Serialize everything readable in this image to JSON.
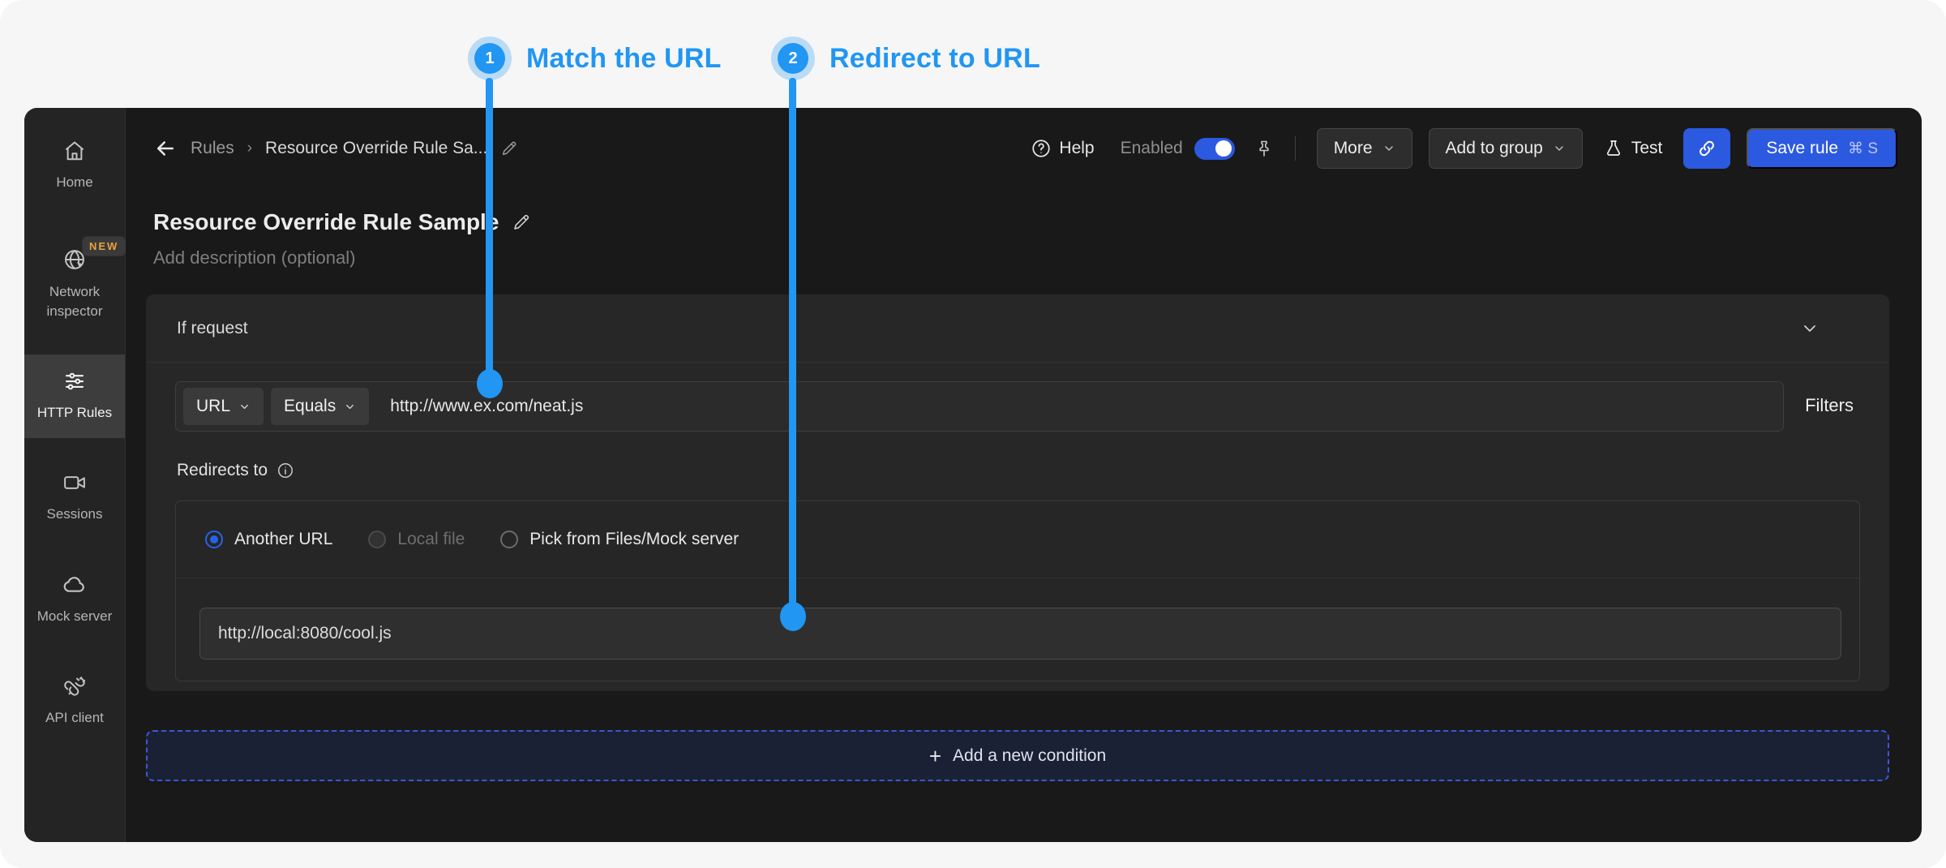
{
  "annotations": {
    "accent": "#2196f3",
    "steps": [
      {
        "number": "1",
        "label": "Match the URL"
      },
      {
        "number": "2",
        "label": "Redirect to URL"
      }
    ]
  },
  "sidebar": {
    "items": [
      {
        "label": "Home",
        "icon": "home-icon"
      },
      {
        "label": "Network inspector",
        "icon": "globe-icon",
        "badge": "NEW"
      },
      {
        "label": "HTTP Rules",
        "icon": "sliders-icon",
        "active": true
      },
      {
        "label": "Sessions",
        "icon": "video-icon"
      },
      {
        "label": "Mock server",
        "icon": "cloud-icon"
      },
      {
        "label": "API client",
        "icon": "plug-icon"
      }
    ]
  },
  "header": {
    "breadcrumb": {
      "root": "Rules",
      "separator": "›",
      "current": "Resource Override Rule Sa..."
    },
    "help_label": "Help",
    "enabled_label": "Enabled",
    "more_label": "More",
    "add_to_group_label": "Add to group",
    "test_label": "Test",
    "save_label": "Save rule",
    "save_shortcut": "⌘ S"
  },
  "rule": {
    "title": "Resource Override Rule Sample",
    "description_placeholder": "Add description (optional)"
  },
  "condition": {
    "section_title": "If request",
    "key_selector": "URL",
    "operator_selector": "Equals",
    "source_value": "http://www.ex.com/neat.js",
    "filters_label": "Filters"
  },
  "redirect": {
    "label": "Redirects to",
    "options": [
      {
        "label": "Another URL",
        "state": "selected"
      },
      {
        "label": "Local file",
        "state": "disabled"
      },
      {
        "label": "Pick from Files/Mock server",
        "state": "default"
      }
    ],
    "destination_value": "http://local:8080/cool.js"
  },
  "footer": {
    "add_condition_label": "Add a new condition"
  },
  "colors": {
    "annotation_blue": "#2196f3",
    "primary_blue": "#2b59e0",
    "radio_blue": "#2563eb",
    "badge_orange": "#e8a33d",
    "panel_bg": "#191919",
    "card_bg": "#272727",
    "page_bg": "#f6f6f7"
  }
}
